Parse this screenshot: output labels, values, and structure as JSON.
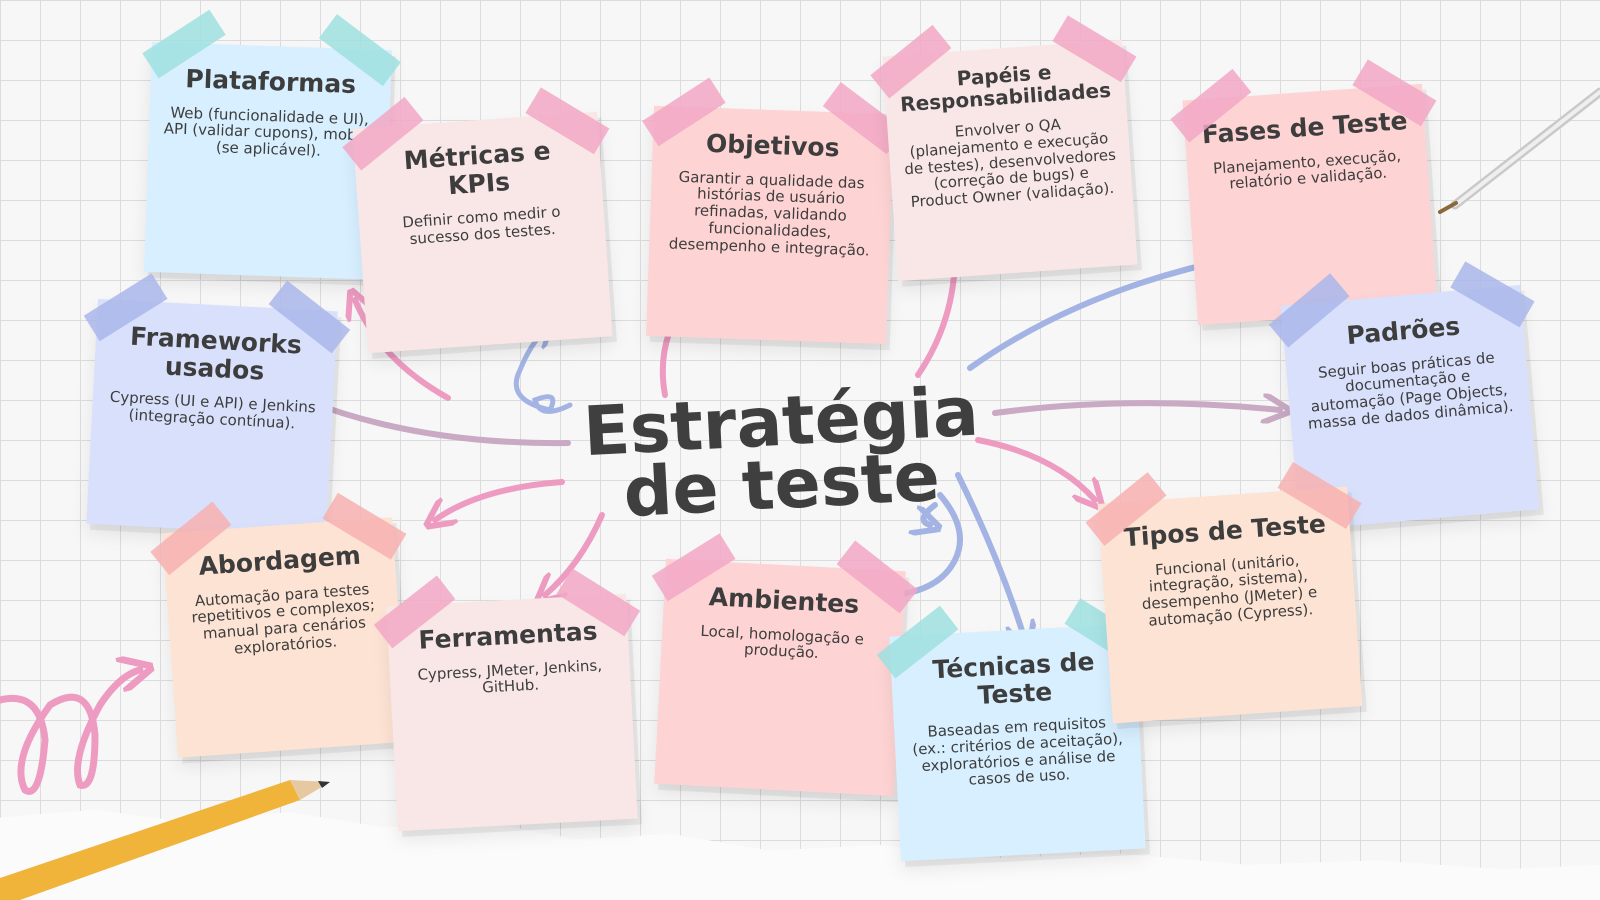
{
  "title_line1": "Estratégia",
  "title_line2": "de teste",
  "notes": {
    "plataformas": {
      "title": "Plataformas",
      "text": "Web (funcionalidade e UI), API (validar cupons), mobile (se aplicável)."
    },
    "metricas": {
      "title": "Métricas e KPIs",
      "text": "Definir como medir o sucesso dos testes."
    },
    "objetivos": {
      "title": "Objetivos",
      "text": "Garantir a qualidade das histórias de usuário refinadas, validando funcionalidades, desempenho e integração."
    },
    "papeis": {
      "title": "Papéis e Responsabilidades",
      "text": "Envolver o QA (planejamento e execução de testes), desenvolvedores (correção de bugs) e Product Owner (validação)."
    },
    "fases": {
      "title": "Fases de Teste",
      "text": "Planejamento, execução, relatório e validação."
    },
    "frameworks": {
      "title": "Frameworks usados",
      "text": "Cypress (UI e API) e Jenkins (integração contínua)."
    },
    "padroes": {
      "title": "Padrões",
      "text": "Seguir boas práticas de documentação e automação (Page Objects, massa de dados dinâmica)."
    },
    "abordagem": {
      "title": "Abordagem",
      "text": "Automação para testes repetitivos e complexos; manual para cenários exploratórios."
    },
    "ferramentas": {
      "title": "Ferramentas",
      "text": "Cypress, JMeter, Jenkins, GitHub."
    },
    "ambientes": {
      "title": "Ambientes",
      "text": "Local, homologação e produção."
    },
    "tecnicas": {
      "title": "Técnicas de Teste",
      "text": "Baseadas em requisitos (ex.: critérios de aceitação), exploratórios e análise de casos de uso."
    },
    "tipos": {
      "title": "Tipos de Teste",
      "text": "Funcional (unitário, integração, sistema), desempenho (JMeter) e automação (Cypress)."
    }
  },
  "colors": {
    "blue_note": "#d7efff",
    "pink_note": "#f9dede",
    "lavender_note": "#d9e0fb",
    "peach_note": "#fde3d3",
    "salmon_note": "#fdd3d3",
    "pink_tape": "#f2a7c4",
    "teal_tape": "#9fe0e0",
    "blue_tape": "#a9b6ea",
    "arrow_pink": "#ee9bc2",
    "arrow_blue": "#a3b3e3",
    "arrow_mauve": "#c9a9c3"
  }
}
